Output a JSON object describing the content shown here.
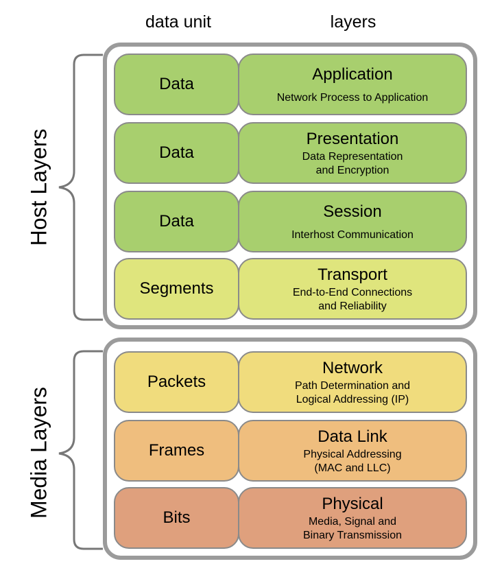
{
  "headers": {
    "data_unit": "data unit",
    "layers": "layers"
  },
  "groups": {
    "host": "Host Layers",
    "media": "Media Layers"
  },
  "rows": [
    {
      "unit": "Data",
      "name": "Application",
      "desc": "Network Process to Application",
      "color": "#a8cf6e"
    },
    {
      "unit": "Data",
      "name": "Presentation",
      "desc": "Data Representation\nand Encryption",
      "color": "#a8cf6e"
    },
    {
      "unit": "Data",
      "name": "Session",
      "desc": "Interhost Communication",
      "color": "#a8cf6e"
    },
    {
      "unit": "Segments",
      "name": "Transport",
      "desc": "End-to-End Connections\nand Reliability",
      "color": "#dfe57d"
    },
    {
      "unit": "Packets",
      "name": "Network",
      "desc": "Path Determination and\nLogical Addressing (IP)",
      "color": "#f0dc7d"
    },
    {
      "unit": "Frames",
      "name": "Data Link",
      "desc": "Physical Addressing\n(MAC and LLC)",
      "color": "#efbe7e"
    },
    {
      "unit": "Bits",
      "name": "Physical",
      "desc": "Media, Signal and\nBinary Transmission",
      "color": "#dfa07d"
    }
  ]
}
